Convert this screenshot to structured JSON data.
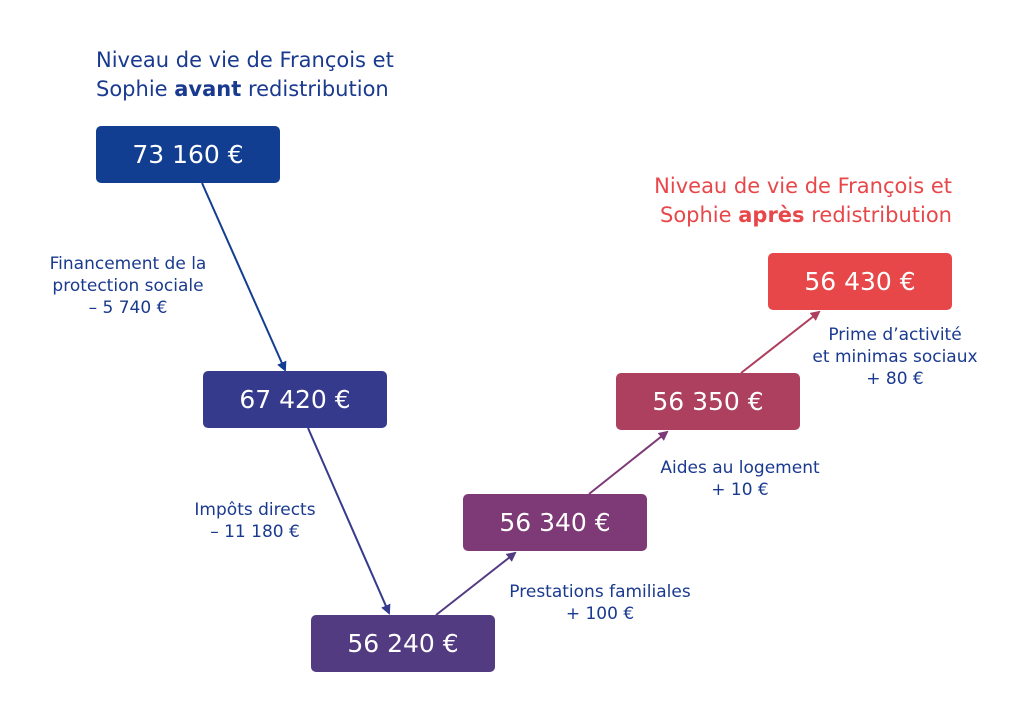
{
  "title_before": {
    "line1": "Niveau de vie de François et",
    "pre": "Sophie ",
    "bold": "avant",
    "post": " redistribution"
  },
  "title_after": {
    "line1": "Niveau de vie de François et",
    "pre": "Sophie ",
    "bold": "après",
    "post": " redistribution"
  },
  "steps": [
    {
      "value": "73 160 €",
      "color": "#123e92"
    },
    {
      "value": "67 420 €",
      "color": "#363a8c"
    },
    {
      "value": "56 240 €",
      "color": "#533b82"
    },
    {
      "value": "56 340 €",
      "color": "#7e3a76"
    },
    {
      "value": "56 350 €",
      "color": "#ae405f"
    },
    {
      "value": "56 430 €",
      "color": "#e8474a"
    }
  ],
  "transitions": [
    {
      "l1": "Financement de la",
      "l2": "protection sociale",
      "amount": "– 5 740 €"
    },
    {
      "l1": "Impôts directs",
      "amount": "– 11 180 €"
    },
    {
      "l1": "Prestations familiales",
      "amount": "+ 100 €"
    },
    {
      "l1": "Aides au logement",
      "amount": "+ 10 €"
    },
    {
      "l1": "Prime d’activité",
      "l2": "et minimas sociaux",
      "amount": "+ 80 €"
    }
  ]
}
